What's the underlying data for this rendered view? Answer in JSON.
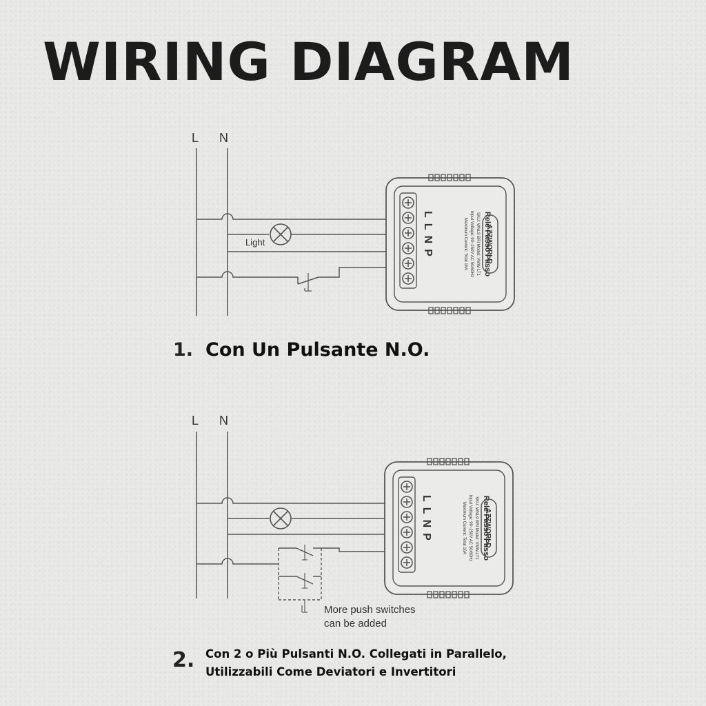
{
  "title": "WIRING DIAGRAM",
  "diagram1": {
    "line_label_l": "L",
    "line_label_n": "N",
    "light_label": "Light",
    "device": {
      "brand": "AZZWORLD",
      "name": "Relè Passo Passo",
      "spec1": "SKU: WNL9 BRI  Model: VMW-LT1",
      "spec2": "Input Voltage: 90~250V AC 50/60Hz",
      "spec3": "Maximum Current: Total 16A",
      "term_l": "L",
      "term_ln": "L",
      "term_n": "N",
      "term_p": "P"
    },
    "caption_number": "1.",
    "caption_text": "Con Un Pulsante N.O."
  },
  "diagram2": {
    "line_label_l": "L",
    "line_label_n": "N",
    "more_switches_line1": "More push switches",
    "more_switches_line2": "can be added",
    "device": {
      "brand": "AZZWORLD",
      "name": "Relè Passo Passo",
      "spec1": "SKU: WNL9 BRI  Model: VMW-LT1",
      "spec2": "Input Voltage: 90~250V AC 50/60Hz",
      "spec3": "Maximum Current: Total 16A",
      "term_l": "L",
      "term_ln": "L",
      "term_n": "N",
      "term_p": "P"
    },
    "caption_number": "2.",
    "caption_line1": "Con 2 o Più Pulsanti N.O. Collegati in Parallelo,",
    "caption_line2": "Utilizzabili Come Deviatori e Invertitori"
  },
  "colors": {
    "background": "#e9e9e7",
    "ink": "#1c1c1c",
    "line": "#555555"
  }
}
